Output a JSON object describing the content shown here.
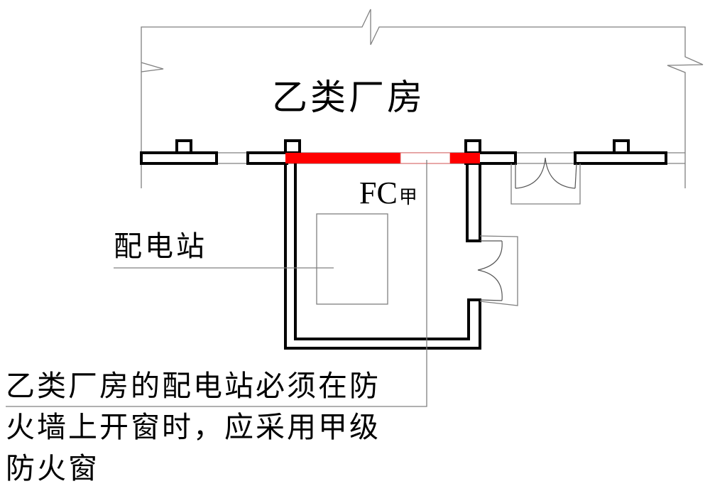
{
  "diagram": {
    "building_label": "乙类厂房",
    "room_label": "配电站",
    "window_label": "FC",
    "window_label_sub": "甲",
    "note_lines": [
      "乙类厂房的配电站必须在防",
      "火墙上开窗时，应采用甲级",
      "防火窗"
    ],
    "colors": {
      "fire_window": "#ff0000",
      "wall": "#000000",
      "leader_line": "#808080"
    }
  }
}
